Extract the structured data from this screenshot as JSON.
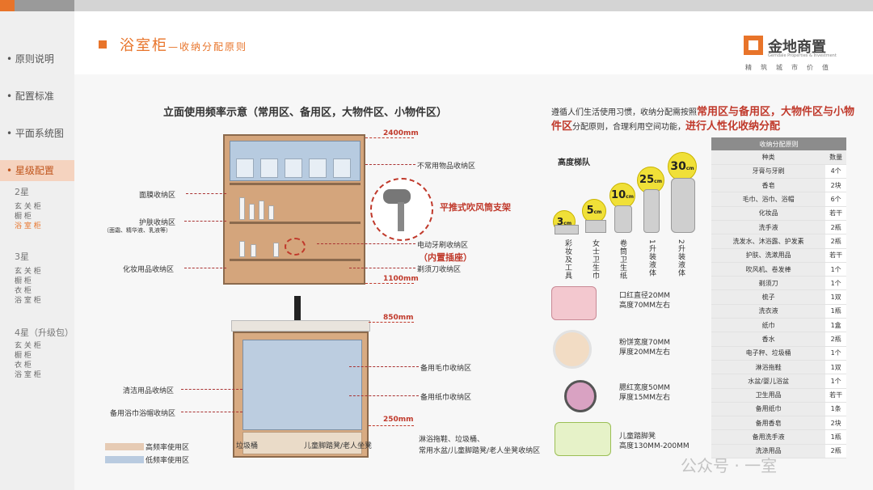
{
  "nav": {
    "items": [
      {
        "label": "原则说明",
        "active": false
      },
      {
        "label": "配置标准",
        "active": false
      },
      {
        "label": "平面系统图",
        "active": false
      },
      {
        "label": "星级配置",
        "active": true
      }
    ],
    "groups": [
      {
        "heading": "2星",
        "items": [
          "玄 关 柜",
          "橱 柜",
          "浴 室 柜"
        ],
        "highlight": 2
      },
      {
        "heading": "3星",
        "items": [
          "玄 关 柜",
          "橱 柜",
          "衣 柜",
          "浴 室 柜"
        ],
        "highlight": -1
      },
      {
        "heading": "4星（升级包）",
        "items": [
          "玄 关 柜",
          "橱 柜",
          "衣 柜",
          "浴 室 柜"
        ],
        "highlight": -1
      }
    ]
  },
  "header": {
    "title_main": "浴室柜",
    "title_sub": "—收纳分配原则",
    "logo_name": "金地商置",
    "logo_sub": "Gemdale Properties & Investment",
    "logo_tag": "精筑城市价值"
  },
  "left": {
    "heading": "立面使用频率示意（常用区、备用区，大物件区、小物件区）",
    "dims": {
      "d2400": "2400mm",
      "d1100": "1100mm",
      "d850": "850mm",
      "d250": "250mm"
    },
    "callouts": {
      "mask": "面膜收纳区",
      "skincare": "护肤收纳区",
      "skincare_note": "（面霜、精华液、乳液等）",
      "cosmetics": "化妆用品收纳区",
      "rarely": "不常用物品收纳区",
      "dryer": "平推式吹风筒支架",
      "toothbrush": "电动牙刷收纳区",
      "socket": "（内置插座）",
      "shaver": "剃须刀收纳区",
      "cleaning": "清洁用品收纳区",
      "spare_towel": "备用浴巾浴帽收纳区",
      "spare_towel2": "备用毛巾收纳区",
      "spare_tissue": "备用纸巾收纳区",
      "trash": "垃圾桶",
      "stool": "儿童脚踏凳/老人坐凳",
      "bottom": "淋浴拖鞋、垃圾桶、",
      "bottom2": "常用水盆/儿童脚踏凳/老人坐凳收纳区"
    },
    "legend": [
      {
        "label": "高频率使用区",
        "color": "#e6cbb4"
      },
      {
        "label": "低频率使用区",
        "color": "#b9cbe0"
      }
    ]
  },
  "right": {
    "intro_pre": "遵循人们生活使用习惯，收纳分配需按照",
    "intro_red1": "常用区与备用区，大物件区与小物件区",
    "intro_mid": "分配原则，合理利用空间功能，",
    "intro_red2": "进行人性化收纳分配",
    "ladder_title": "高度梯队",
    "ladder": [
      {
        "num": "3",
        "unit": "cm",
        "label": "彩妆及工具"
      },
      {
        "num": "5",
        "unit": "cm",
        "label": "女士卫生巾"
      },
      {
        "num": "10",
        "unit": "cm",
        "label": "卷筒卫生纸"
      },
      {
        "num": "25",
        "unit": "cm",
        "label": "1升装液体"
      },
      {
        "num": "30",
        "unit": "cm",
        "label": "2升装液体"
      }
    ],
    "samples": [
      {
        "text": "口红直径20MM\n高度70MM左右"
      },
      {
        "text": "粉饼宽度70MM\n厚度20MM左右"
      },
      {
        "text": "腮红宽度50MM\n厚度15MM左右"
      },
      {
        "text": "儿童踏脚凳\n高度130MM-200MM"
      }
    ],
    "table": {
      "title": "收纳分配原则",
      "columns": [
        "种类",
        "数量"
      ],
      "rows": [
        [
          "牙膏与牙刷",
          "4个"
        ],
        [
          "香皂",
          "2块"
        ],
        [
          "毛巾、浴巾、浴帽",
          "6个"
        ],
        [
          "化妆品",
          "若干"
        ],
        [
          "洗手液",
          "2瓶"
        ],
        [
          "洗发水、沐浴露、护发素",
          "2瓶"
        ],
        [
          "护肤、洗漱用品",
          "若干"
        ],
        [
          "吹风机、卷发棒",
          "1个"
        ],
        [
          "剃须刀",
          "1个"
        ],
        [
          "梳子",
          "1双"
        ],
        [
          "洗衣液",
          "1瓶"
        ],
        [
          "纸巾",
          "1盒"
        ],
        [
          "香水",
          "2瓶"
        ],
        [
          "电子秤、垃圾桶",
          "1个"
        ],
        [
          "淋浴拖鞋",
          "1双"
        ],
        [
          "水盆/婴儿浴盆",
          "1个"
        ],
        [
          "卫生用品",
          "若干"
        ],
        [
          "备用纸巾",
          "1条"
        ],
        [
          "备用香皂",
          "2块"
        ],
        [
          "备用洗手液",
          "1瓶"
        ],
        [
          "洗涤用品",
          "2瓶"
        ]
      ]
    }
  },
  "watermark": "公众号 · 一室"
}
